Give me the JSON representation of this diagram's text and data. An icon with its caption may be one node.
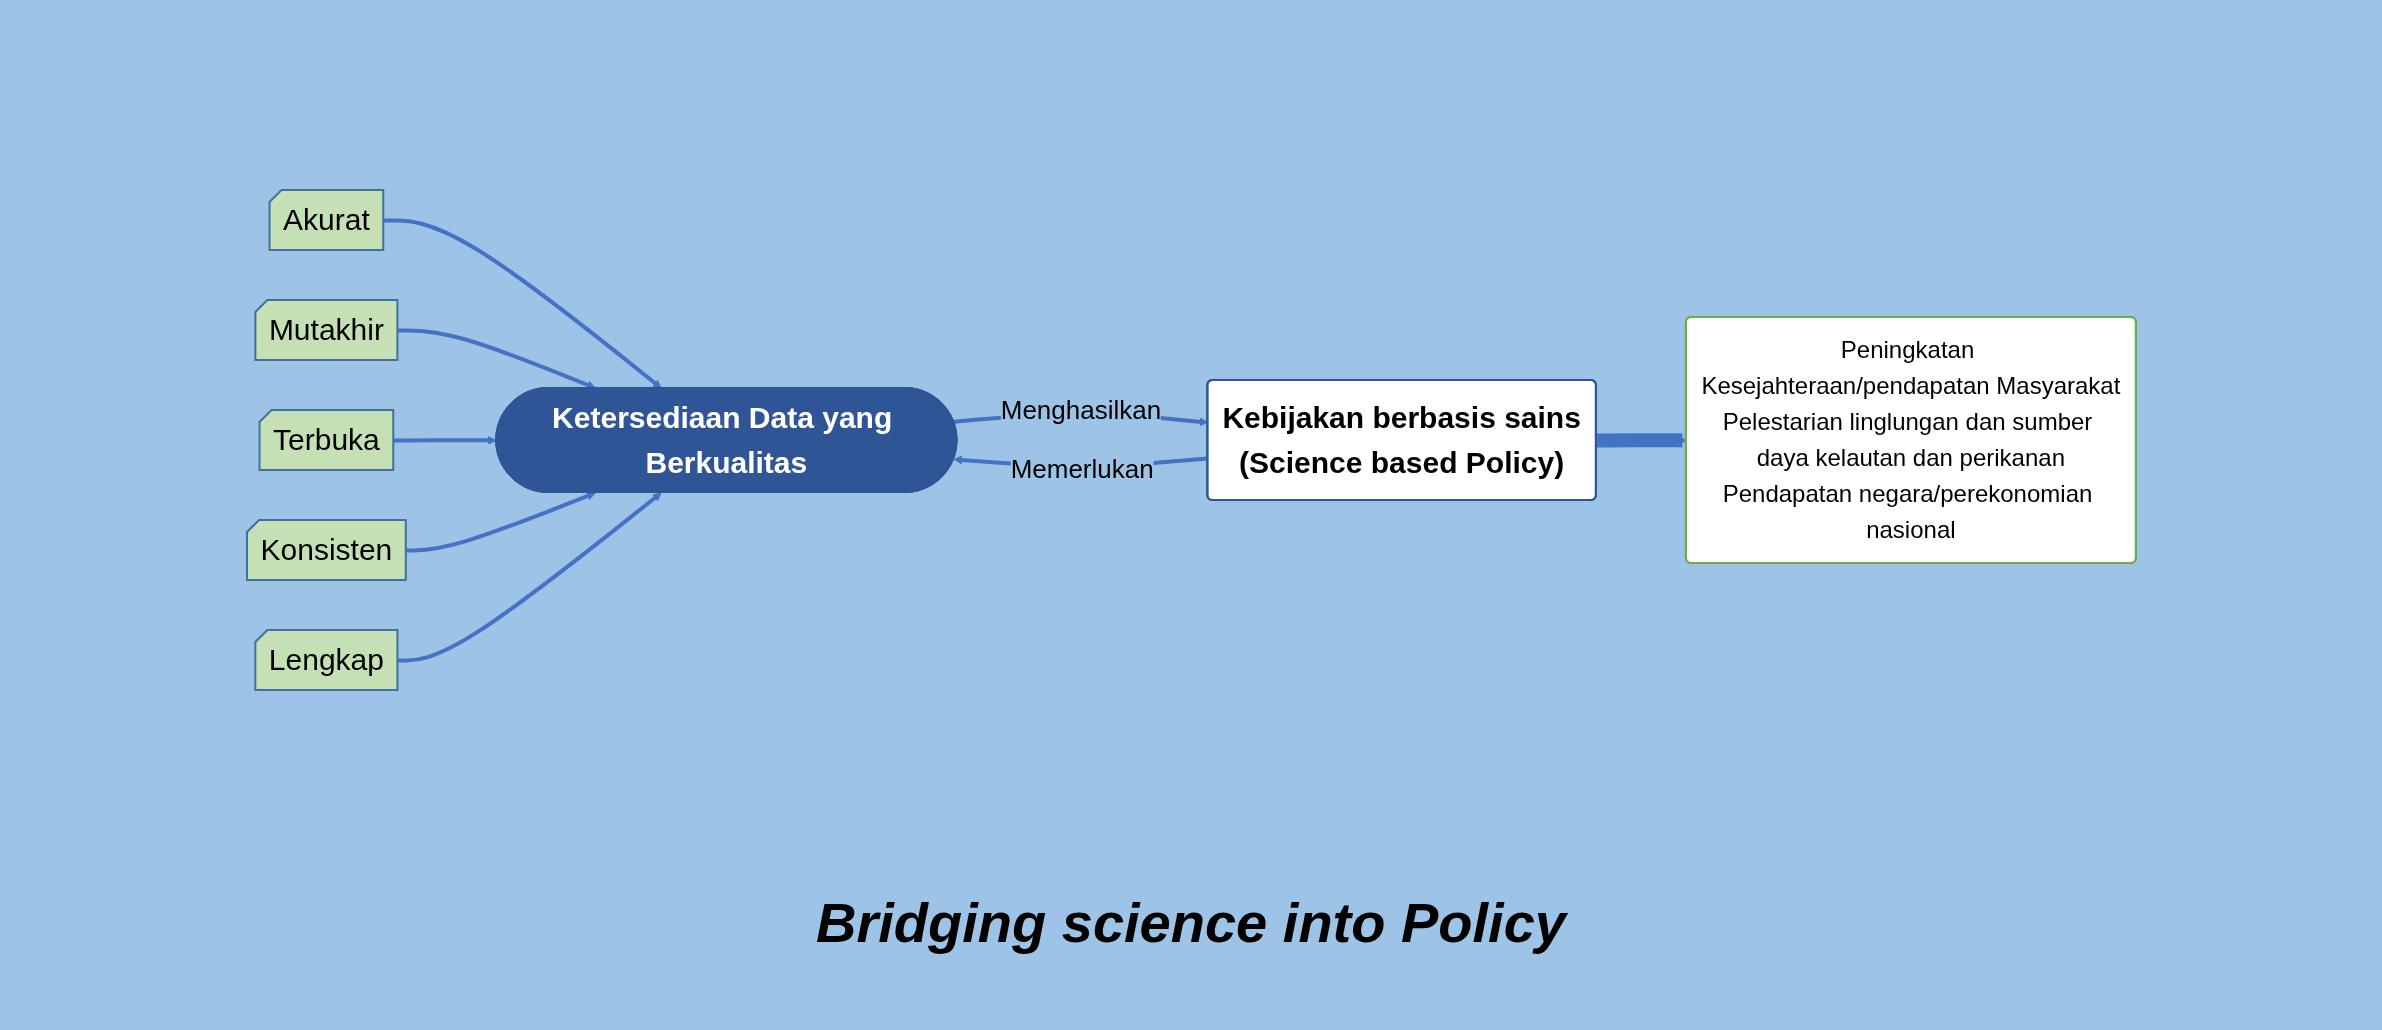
{
  "diagram": {
    "nodes": [
      {
        "text": [
          "Akurat"
        ]
      },
      {
        "text": [
          "Mutakhir"
        ]
      },
      {
        "text": [
          "Terbuka"
        ]
      },
      {
        "text": [
          "Ketersediaan Data yang Berkualitas"
        ]
      },
      {
        "text": [
          "Kebijakan berbasis sains",
          "(Science based Policy)"
        ]
      },
      {
        "text": [
          "Konsisten"
        ]
      },
      {
        "text": [
          "Lengkap"
        ]
      },
      {
        "text": [
          "Peningkatan Kesejahteraan/pendapatan Masyarakat",
          "Pelestarian linglungan dan sumber daya kelautan dan perikanan",
          "Pendapatan negara/perekonomian nasional"
        ]
      }
    ],
    "edges": [
      {
        "from": 0,
        "to": 3,
        "arrow": "to"
      },
      {
        "from": 1,
        "to": 3,
        "arrow": "to"
      },
      {
        "from": 2,
        "to": 3,
        "arrow": "to"
      },
      {
        "from": 3,
        "to": 4,
        "arrow": "to",
        "label": "Menghasilkan"
      },
      {
        "from": 4,
        "to": 3,
        "arrow": "to",
        "label": "Memerlukan"
      },
      {
        "from": 5,
        "to": 3,
        "arrow": "to"
      },
      {
        "from": 6,
        "to": 3,
        "arrow": "to"
      },
      {
        "from": 4,
        "to": 7,
        "arrow": "to",
        "style": "thick"
      }
    ],
    "labels": [
      "Bridging science into Policy"
    ]
  }
}
